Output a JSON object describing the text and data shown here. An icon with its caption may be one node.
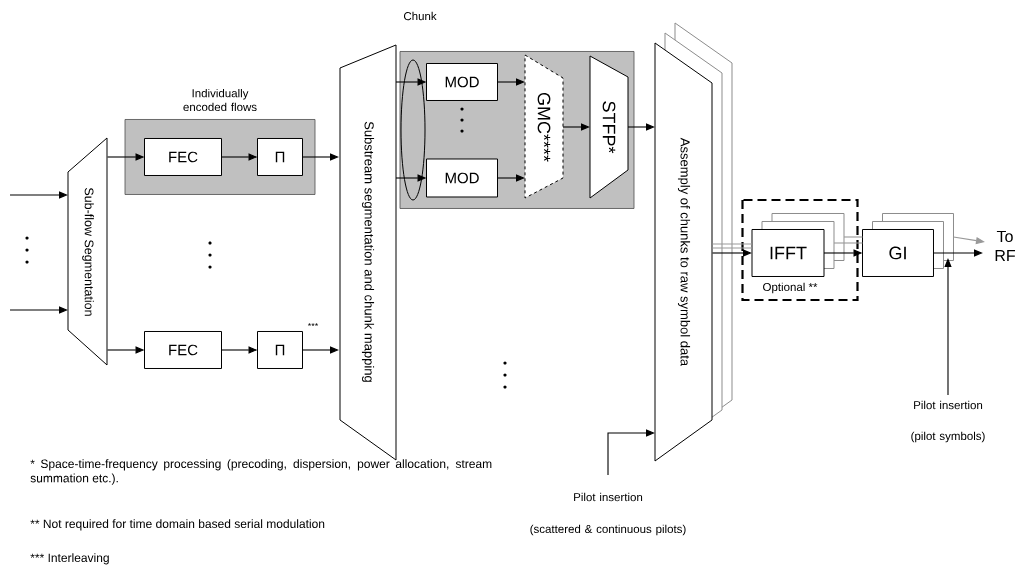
{
  "diagram": {
    "nodes": [
      {
        "text": [
          "Sub-flow Segmentation"
        ]
      },
      {
        "text": [
          "Individually encoded flows"
        ]
      },
      {
        "text": [
          "FEC"
        ],
        "in": 1
      },
      {
        "text": [
          "Π"
        ],
        "in": 1
      },
      {
        "text": [
          "FEC"
        ]
      },
      {
        "text": [
          "Π"
        ],
        "beside": [
          "***"
        ]
      },
      {
        "text": [
          "Substream segmentation and chunk mapping"
        ]
      },
      {
        "text": [
          "Chunk"
        ]
      },
      {
        "text": [
          "MOD"
        ],
        "in": 7
      },
      {
        "text": [
          "MOD"
        ],
        "in": 7
      },
      {
        "text": [
          "GMC****"
        ],
        "in": 7
      },
      {
        "text": [
          "STFP*"
        ],
        "in": 7
      },
      {
        "text": [
          "Assemply of chunks to raw symbol data"
        ]
      },
      {
        "text": [
          "Optional **"
        ]
      },
      {
        "text": [
          "IFFT"
        ],
        "in": 13
      },
      {
        "text": [
          "GI"
        ]
      },
      {
        "text": [
          "To RF"
        ]
      },
      {
        "text": [
          "Pilot insertion",
          "(pilot symbols)"
        ]
      },
      {
        "text": [
          "Pilot insertion",
          "(scattered & continuous pilots)"
        ]
      }
    ],
    "edges": [
      {
        "from": null,
        "to": 0,
        "arrow": "to"
      },
      {
        "from": null,
        "to": 0,
        "arrow": "to"
      },
      {
        "from": 0,
        "to": 2,
        "arrow": "to"
      },
      {
        "from": 2,
        "to": 3,
        "arrow": "to"
      },
      {
        "from": 3,
        "to": 6,
        "arrow": "to"
      },
      {
        "from": 0,
        "to": 4,
        "arrow": "to"
      },
      {
        "from": 4,
        "to": 5,
        "arrow": "to"
      },
      {
        "from": 5,
        "to": 6,
        "arrow": "to"
      },
      {
        "from": 6,
        "to": 8,
        "arrow": "to"
      },
      {
        "from": 6,
        "to": 9,
        "arrow": "to"
      },
      {
        "from": 8,
        "to": 10,
        "arrow": "to"
      },
      {
        "from": 9,
        "to": 10,
        "arrow": "to"
      },
      {
        "from": 10,
        "to": 11,
        "arrow": "to"
      },
      {
        "from": 11,
        "to": 12,
        "arrow": "to"
      },
      {
        "from": 12,
        "to": 14,
        "arrow": "to"
      },
      {
        "from": 14,
        "to": 15,
        "arrow": "to"
      },
      {
        "from": 15,
        "to": 16,
        "arrow": "to"
      },
      {
        "from": 17,
        "to": 15,
        "arrow": "to"
      },
      {
        "from": 18,
        "to": 12,
        "arrow": "to"
      },
      {
        "from": 12,
        "to": 14,
        "arrow": "none",
        "color": "#999999"
      },
      {
        "from": 12,
        "to": 14,
        "arrow": "none",
        "color": "#999999"
      },
      {
        "from": 14,
        "to": 15,
        "arrow": "none",
        "color": "#999999"
      },
      {
        "from": 14,
        "to": 15,
        "arrow": "none",
        "color": "#999999"
      },
      {
        "from": 15,
        "to": 16,
        "arrow": "to",
        "color": "#999999"
      }
    ],
    "labels": [
      "* Space-time-frequency processing (precoding, dispersion, power allocation, stream summation etc.).",
      "** Not required for time domain based serial modulation",
      "*** Interleaving"
    ]
  }
}
